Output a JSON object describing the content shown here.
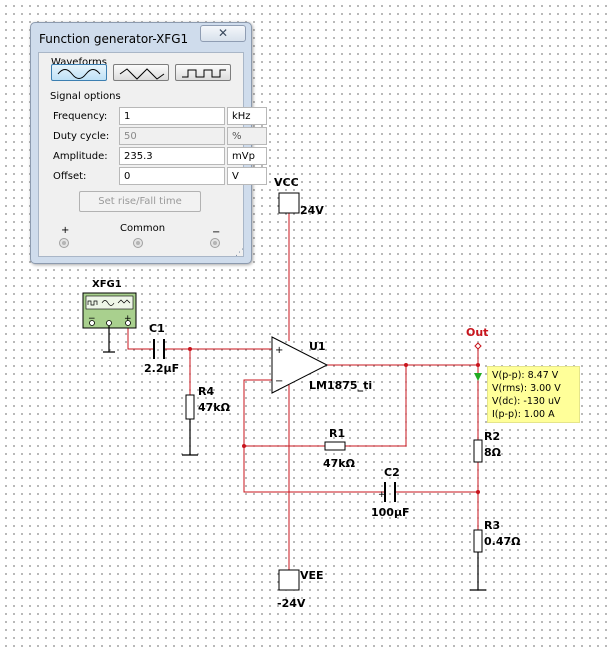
{
  "function_generator": {
    "title": "Function generator-XFG1",
    "close_label": "✕",
    "waveforms_label": "Waveforms",
    "waveforms": [
      {
        "name": "sine",
        "selected": true
      },
      {
        "name": "triangle",
        "selected": false
      },
      {
        "name": "square",
        "selected": false
      }
    ],
    "signal_options_label": "Signal options",
    "options": {
      "frequency": {
        "label": "Frequency:",
        "value": "1",
        "unit": "kHz"
      },
      "duty_cycle": {
        "label": "Duty cycle:",
        "value": "50",
        "unit": "%"
      },
      "amplitude": {
        "label": "Amplitude:",
        "value": "235.3",
        "unit": "mVp"
      },
      "offset": {
        "label": "Offset:",
        "value": "0",
        "unit": "V"
      }
    },
    "rise_fall_button": "Set rise/Fall time",
    "terminals": {
      "plus": "+",
      "common": "Common",
      "minus": "−"
    }
  },
  "schematic": {
    "xfg1_label": "XFG1",
    "xfg1_terminals": [
      "−",
      "+"
    ],
    "c1_name": "C1",
    "c1_value": "2.2µF",
    "r4_name": "R4",
    "r4_value": "47kΩ",
    "u1_name": "U1",
    "u1_model": "LM1875_ti",
    "opamp_plus": "+",
    "opamp_minus": "−",
    "vcc_name": "VCC",
    "vcc_value": "24V",
    "vee_name": "VEE",
    "vee_value": "-24V",
    "r1_name": "R1",
    "r1_value": "47kΩ",
    "c2_name": "C2",
    "c2_value": "100µF",
    "c2_polarity": "+",
    "r2_name": "R2",
    "r2_value": "8Ω",
    "r3_name": "R3",
    "r3_value": "0.47Ω",
    "out_label": "Out",
    "wire_color": "#c8141c",
    "component_color": "#000000"
  },
  "probe": {
    "lines": [
      "V(p-p): 8.47 V",
      "V(rms): 3.00 V",
      "V(dc): -130 uV",
      "I(p-p): 1.00 A"
    ],
    "background": "#ffff99",
    "arrow_color": "#22aa22"
  }
}
